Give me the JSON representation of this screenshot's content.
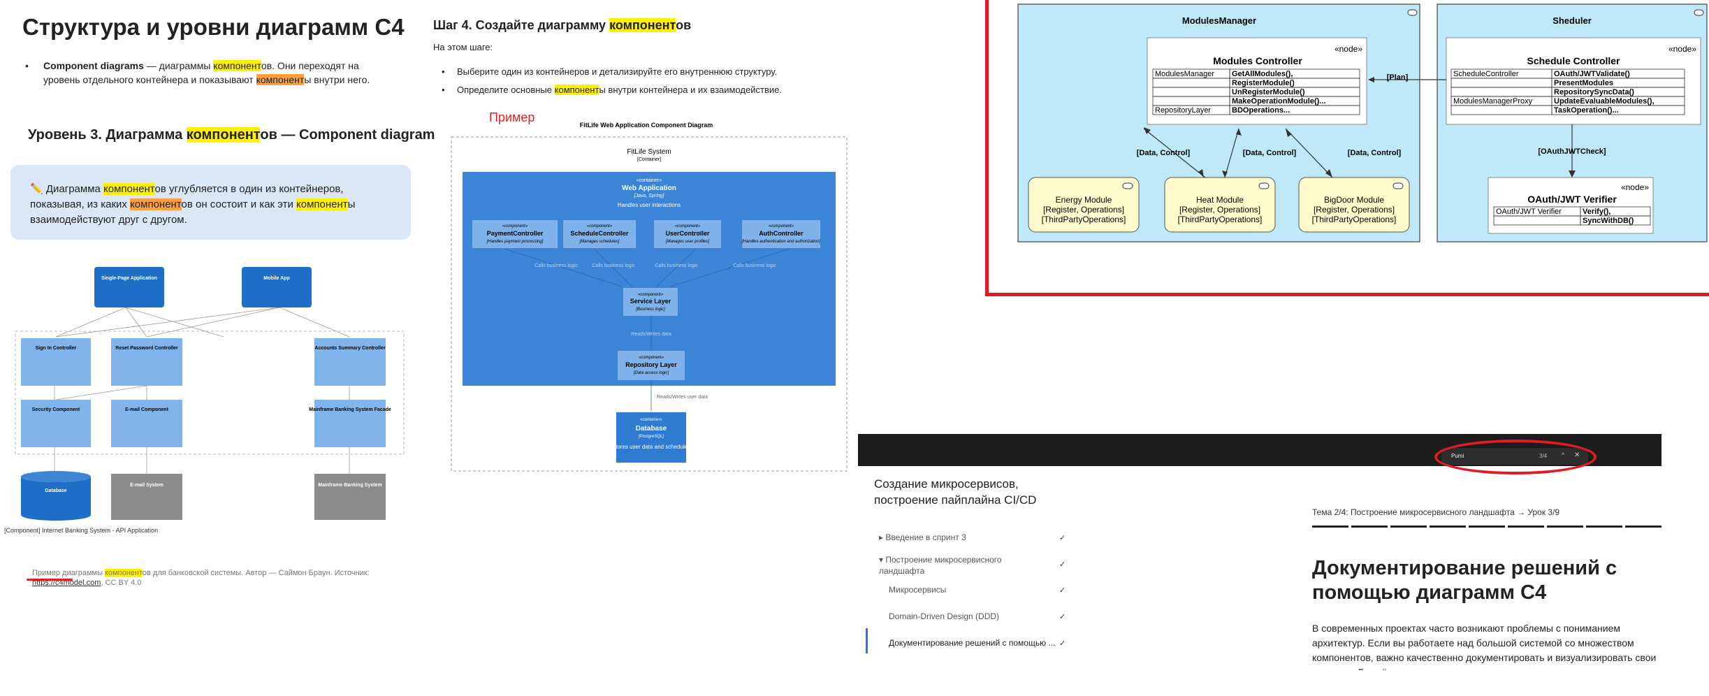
{
  "left": {
    "title": "Структура и уровни диаграмм С4",
    "bullet": {
      "bold": "Component diagrams",
      "a": " — диаграммы ",
      "hl": "компонент",
      "b": "ов. Они переходят на уровень отдельного контейнера и показывают ",
      "hl2": "компонент",
      "c": "ы внутри него."
    },
    "level3": {
      "a": "Уровень 3. Диаграмма ",
      "hl": "компонент",
      "b": "ов — Component diagram"
    },
    "note": {
      "emoji": "✏️",
      "a": " Диаграмма ",
      "hl": "компонент",
      "b": "ов углубляется в один из контейнеров, показывая, из каких ",
      "hl2": "компонент",
      "c": "ов он состоит и как эти ",
      "hl3": "компонент",
      "d": "ы взаимодействуют друг с другом."
    },
    "caption": {
      "a": "Пример диаграммы ",
      "hl": "компонент",
      "b": "ов для банковской системы. Автор — Саймон Браун. Источник: ",
      "link": "https://c4model.com",
      "c": ", CC BY 4.0"
    },
    "c4_caption": "[Component] Internet Banking System - API Application",
    "c4": {
      "spa": "Single-Page Application",
      "mobile": "Mobile App",
      "signin": "Sign In Controller",
      "reset": "Reset Password Controller",
      "accounts": "Accounts Summary Controller",
      "security": "Security Component",
      "email": "E-mail Component",
      "facade": "Mainframe Banking System Facade",
      "db": "Database",
      "email_sys": "E-mail System",
      "mainframe": "Mainframe Banking System"
    }
  },
  "middle": {
    "step": {
      "a": "Шаг 4. Создайте диаграмму ",
      "hl": "компонент",
      "b": "ов"
    },
    "intro": "На этом шаге:",
    "li1": "Выберите один из контейнеров и детализируйте его внутреннюю структуру.",
    "li2": {
      "a": "Определите основные ",
      "hl": "компонент",
      "b": "ы внутри контейнера и их взаимодействие."
    },
    "example": "Пример",
    "diagram": {
      "title": "FitLife Web Application Component Diagram",
      "system": "FitLife System",
      "system_tag": "[Container]",
      "webapp_stereo": "«container»",
      "webapp": "Web Application",
      "webapp_tech": "[Java, Spring]",
      "webapp_desc": "Handles user interactions",
      "components": [
        {
          "stereo": "«component»",
          "name": "PaymentController",
          "desc": "[Handles payment processing]"
        },
        {
          "stereo": "«component»",
          "name": "ScheduleController",
          "desc": "[Manages schedules]"
        },
        {
          "stereo": "«component»",
          "name": "UserController",
          "desc": "[Manages user profiles]"
        },
        {
          "stereo": "«component»",
          "name": "AuthController",
          "desc": "[Handles authentication and authorization]"
        }
      ],
      "calls": "Calls business logic",
      "service": {
        "stereo": "«component»",
        "name": "Service Layer",
        "desc": "[Business logic]"
      },
      "reads": "Reads/Writes data",
      "repo": {
        "stereo": "«component»",
        "name": "Repository Layer",
        "desc": "[Data access logic]"
      },
      "reads_user": "Reads/Writes user data",
      "database": {
        "stereo": "«container»",
        "name": "Database",
        "tech": "[PostgreSQL]",
        "desc": "Stores user data and schedules"
      }
    }
  },
  "right": {
    "mm": "ModulesManager",
    "sched": "Sheduler",
    "node": "«node»",
    "modctrl": {
      "title": "Modules Controller",
      "rows": [
        [
          "ModulesManager",
          "GetAllModules(),"
        ],
        [
          "",
          "RegisterModule()"
        ],
        [
          "",
          "UnRegisterModule()"
        ],
        [
          "",
          "MakeOperationModule()..."
        ],
        [
          "RepositoryLayer",
          "BDOperations..."
        ]
      ]
    },
    "schedctrl": {
      "title": "Schedule Controller",
      "rows": [
        [
          "ScheduleController",
          "OAuth/JWTValidate()"
        ],
        [
          "",
          "PresentModules"
        ],
        [
          "",
          "RepositorySyncData()"
        ],
        [
          "ModulesManagerProxy",
          "UpdateEvaluableModules(),"
        ],
        [
          "",
          "TaskOperation()..."
        ]
      ]
    },
    "plan": "[Plan]",
    "datactl": "[Data, Control]",
    "oauthcheck": "[OAuthJWTCheck]",
    "oauth": {
      "title": "OAuth/JWT Verifier",
      "rows": [
        [
          "OAuth/JWT Verifier",
          "Verify(),"
        ],
        [
          "",
          "SyncWithDB()"
        ]
      ]
    },
    "modules": [
      {
        "name": "Energy Module",
        "l2": "[Register, Operations]",
        "l3": "[ThirdPartyOperations]"
      },
      {
        "name": "Heat Module",
        "l2": "[Register, Operations]",
        "l3": "[ThirdPartyOperations]"
      },
      {
        "name": "BigDoor Module",
        "l2": "[Register, Operations]",
        "l3": "[ThirdPartyOperations]"
      }
    ]
  },
  "browser": {
    "find": "Pumi",
    "find_count": "3/4",
    "course": "Создание микросервисов, построение пайплайна CI/CD",
    "nav": [
      "Введение в спринт 3",
      "Построение микросервисного ландшафта",
      "Микросервисы",
      "Domain-Driven Design (DDD)",
      "Документирование решений с помощью ..."
    ],
    "topic": "Тема 2/4: Построение микросервисного ландшафта → Урок 3/9",
    "doc_title": "Документирование решений с помощью диаграмм C4",
    "doc_p": "В современных проектах часто возникают проблемы с пониманием архитектур. Если вы работаете над большой системой со множеством компонентов, важно качественно документировать и визуализировать свои решения. Без чёткого и"
  }
}
